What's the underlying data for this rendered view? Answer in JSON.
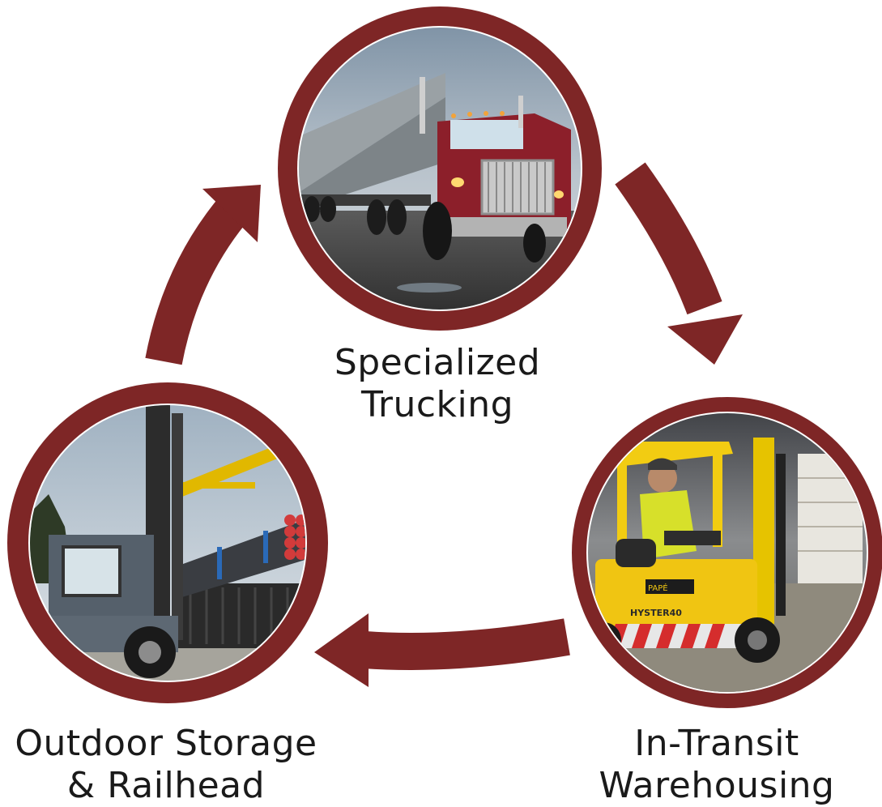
{
  "colors": {
    "ring": "#7e2626",
    "arrow": "#7e2626",
    "text": "#1a1a1a",
    "background": "#ffffff"
  },
  "nodes": [
    {
      "id": "specialized-trucking",
      "label_lines": [
        "Specialized",
        "Trucking"
      ],
      "photo": "heavy-haul-truck-with-bridge-girder"
    },
    {
      "id": "in-transit-warehousing",
      "label_lines": [
        "In-Transit",
        "Warehousing"
      ],
      "photo": "yellow-forklift-in-warehouse",
      "photo_texts": [
        "HYSTER40",
        "PAPÉ"
      ]
    },
    {
      "id": "outdoor-storage-railhead",
      "label_lines": [
        "Outdoor Storage",
        "& Railhead"
      ],
      "photo": "forklift-lifting-pipes-at-railcar"
    }
  ],
  "edges": [
    {
      "from": "specialized-trucking",
      "to": "in-transit-warehousing"
    },
    {
      "from": "in-transit-warehousing",
      "to": "outdoor-storage-railhead"
    },
    {
      "from": "outdoor-storage-railhead",
      "to": "specialized-trucking"
    }
  ]
}
